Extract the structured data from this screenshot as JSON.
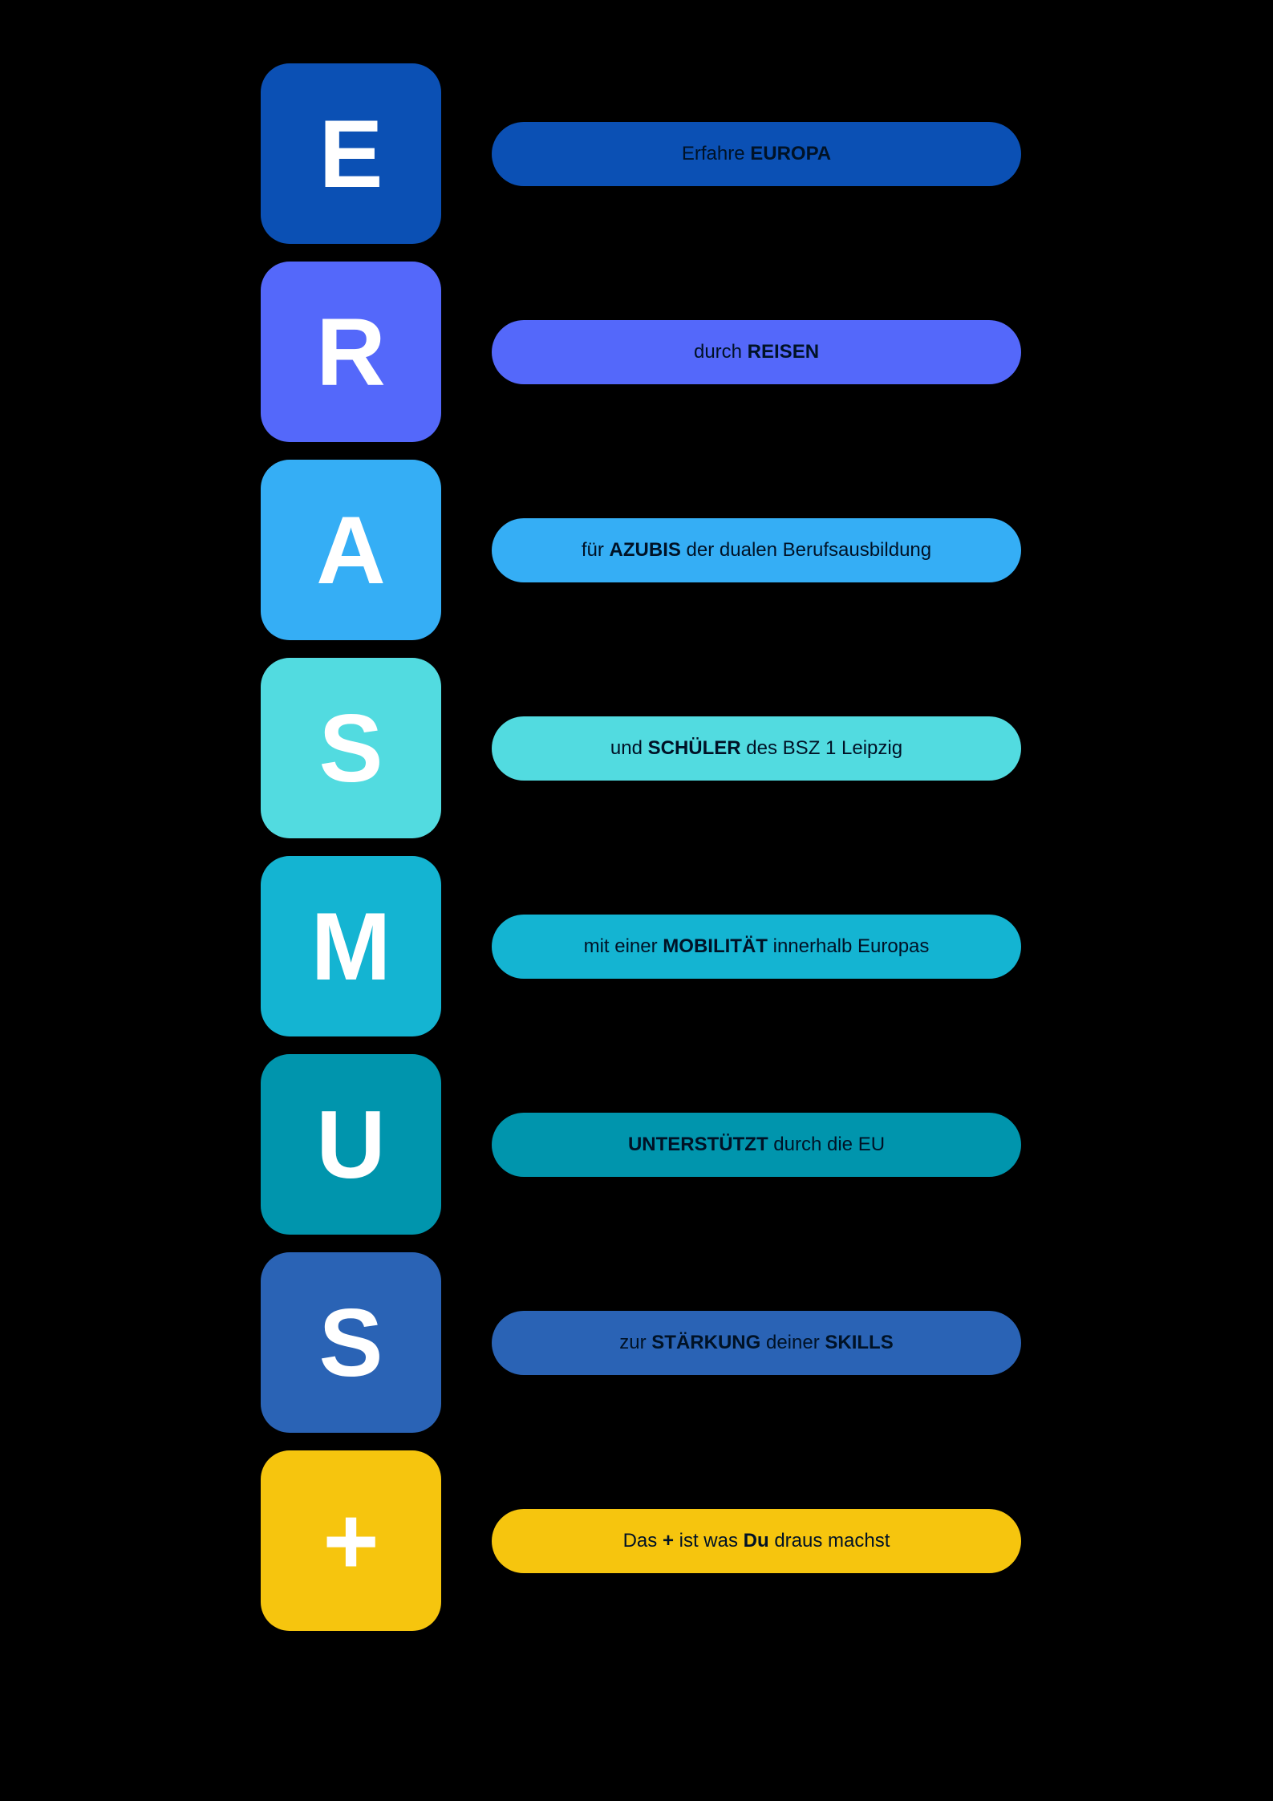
{
  "infographic": {
    "word": "ERASMUS+",
    "background_color": "#000000",
    "letter_color": "#ffffff",
    "pill_text_color": "#001226"
  },
  "rows": [
    {
      "letter": "E",
      "color": "#0b50b4",
      "text_segments": [
        {
          "text": "Erfahre ",
          "bold": false
        },
        {
          "text": "EUROPA",
          "bold": true
        }
      ]
    },
    {
      "letter": "R",
      "color": "#5468fa",
      "text_segments": [
        {
          "text": "durch ",
          "bold": false
        },
        {
          "text": "REISEN",
          "bold": true
        }
      ]
    },
    {
      "letter": "A",
      "color": "#35aef5",
      "text_segments": [
        {
          "text": "für ",
          "bold": false
        },
        {
          "text": "AZUBIS",
          "bold": true
        },
        {
          "text": " der dualen Berufsausbildung",
          "bold": false
        }
      ]
    },
    {
      "letter": "S",
      "color": "#52dbe0",
      "text_segments": [
        {
          "text": "und ",
          "bold": false
        },
        {
          "text": "SCHÜLER",
          "bold": true
        },
        {
          "text": " des BSZ 1 Leipzig",
          "bold": false
        }
      ]
    },
    {
      "letter": "M",
      "color": "#14b4d2",
      "text_segments": [
        {
          "text": "mit einer ",
          "bold": false
        },
        {
          "text": "MOBILITÄT",
          "bold": true
        },
        {
          "text": " innerhalb Europas",
          "bold": false
        }
      ]
    },
    {
      "letter": "U",
      "color": "#0095ad",
      "text_segments": [
        {
          "text": "UNTERSTÜTZT",
          "bold": true
        },
        {
          "text": " durch die EU",
          "bold": false
        }
      ]
    },
    {
      "letter": "S",
      "color": "#2a63b5",
      "text_segments": [
        {
          "text": "zur ",
          "bold": false
        },
        {
          "text": "STÄRKUNG",
          "bold": true
        },
        {
          "text": " deiner ",
          "bold": false
        },
        {
          "text": "SKILLS",
          "bold": true
        }
      ]
    },
    {
      "letter": "+",
      "color": "#f6c50e",
      "text_segments": [
        {
          "text": "Das ",
          "bold": false
        },
        {
          "text": "+",
          "bold": true
        },
        {
          "text": " ist was ",
          "bold": false
        },
        {
          "text": "Du",
          "bold": true
        },
        {
          "text": " draus machst",
          "bold": false
        }
      ]
    }
  ]
}
